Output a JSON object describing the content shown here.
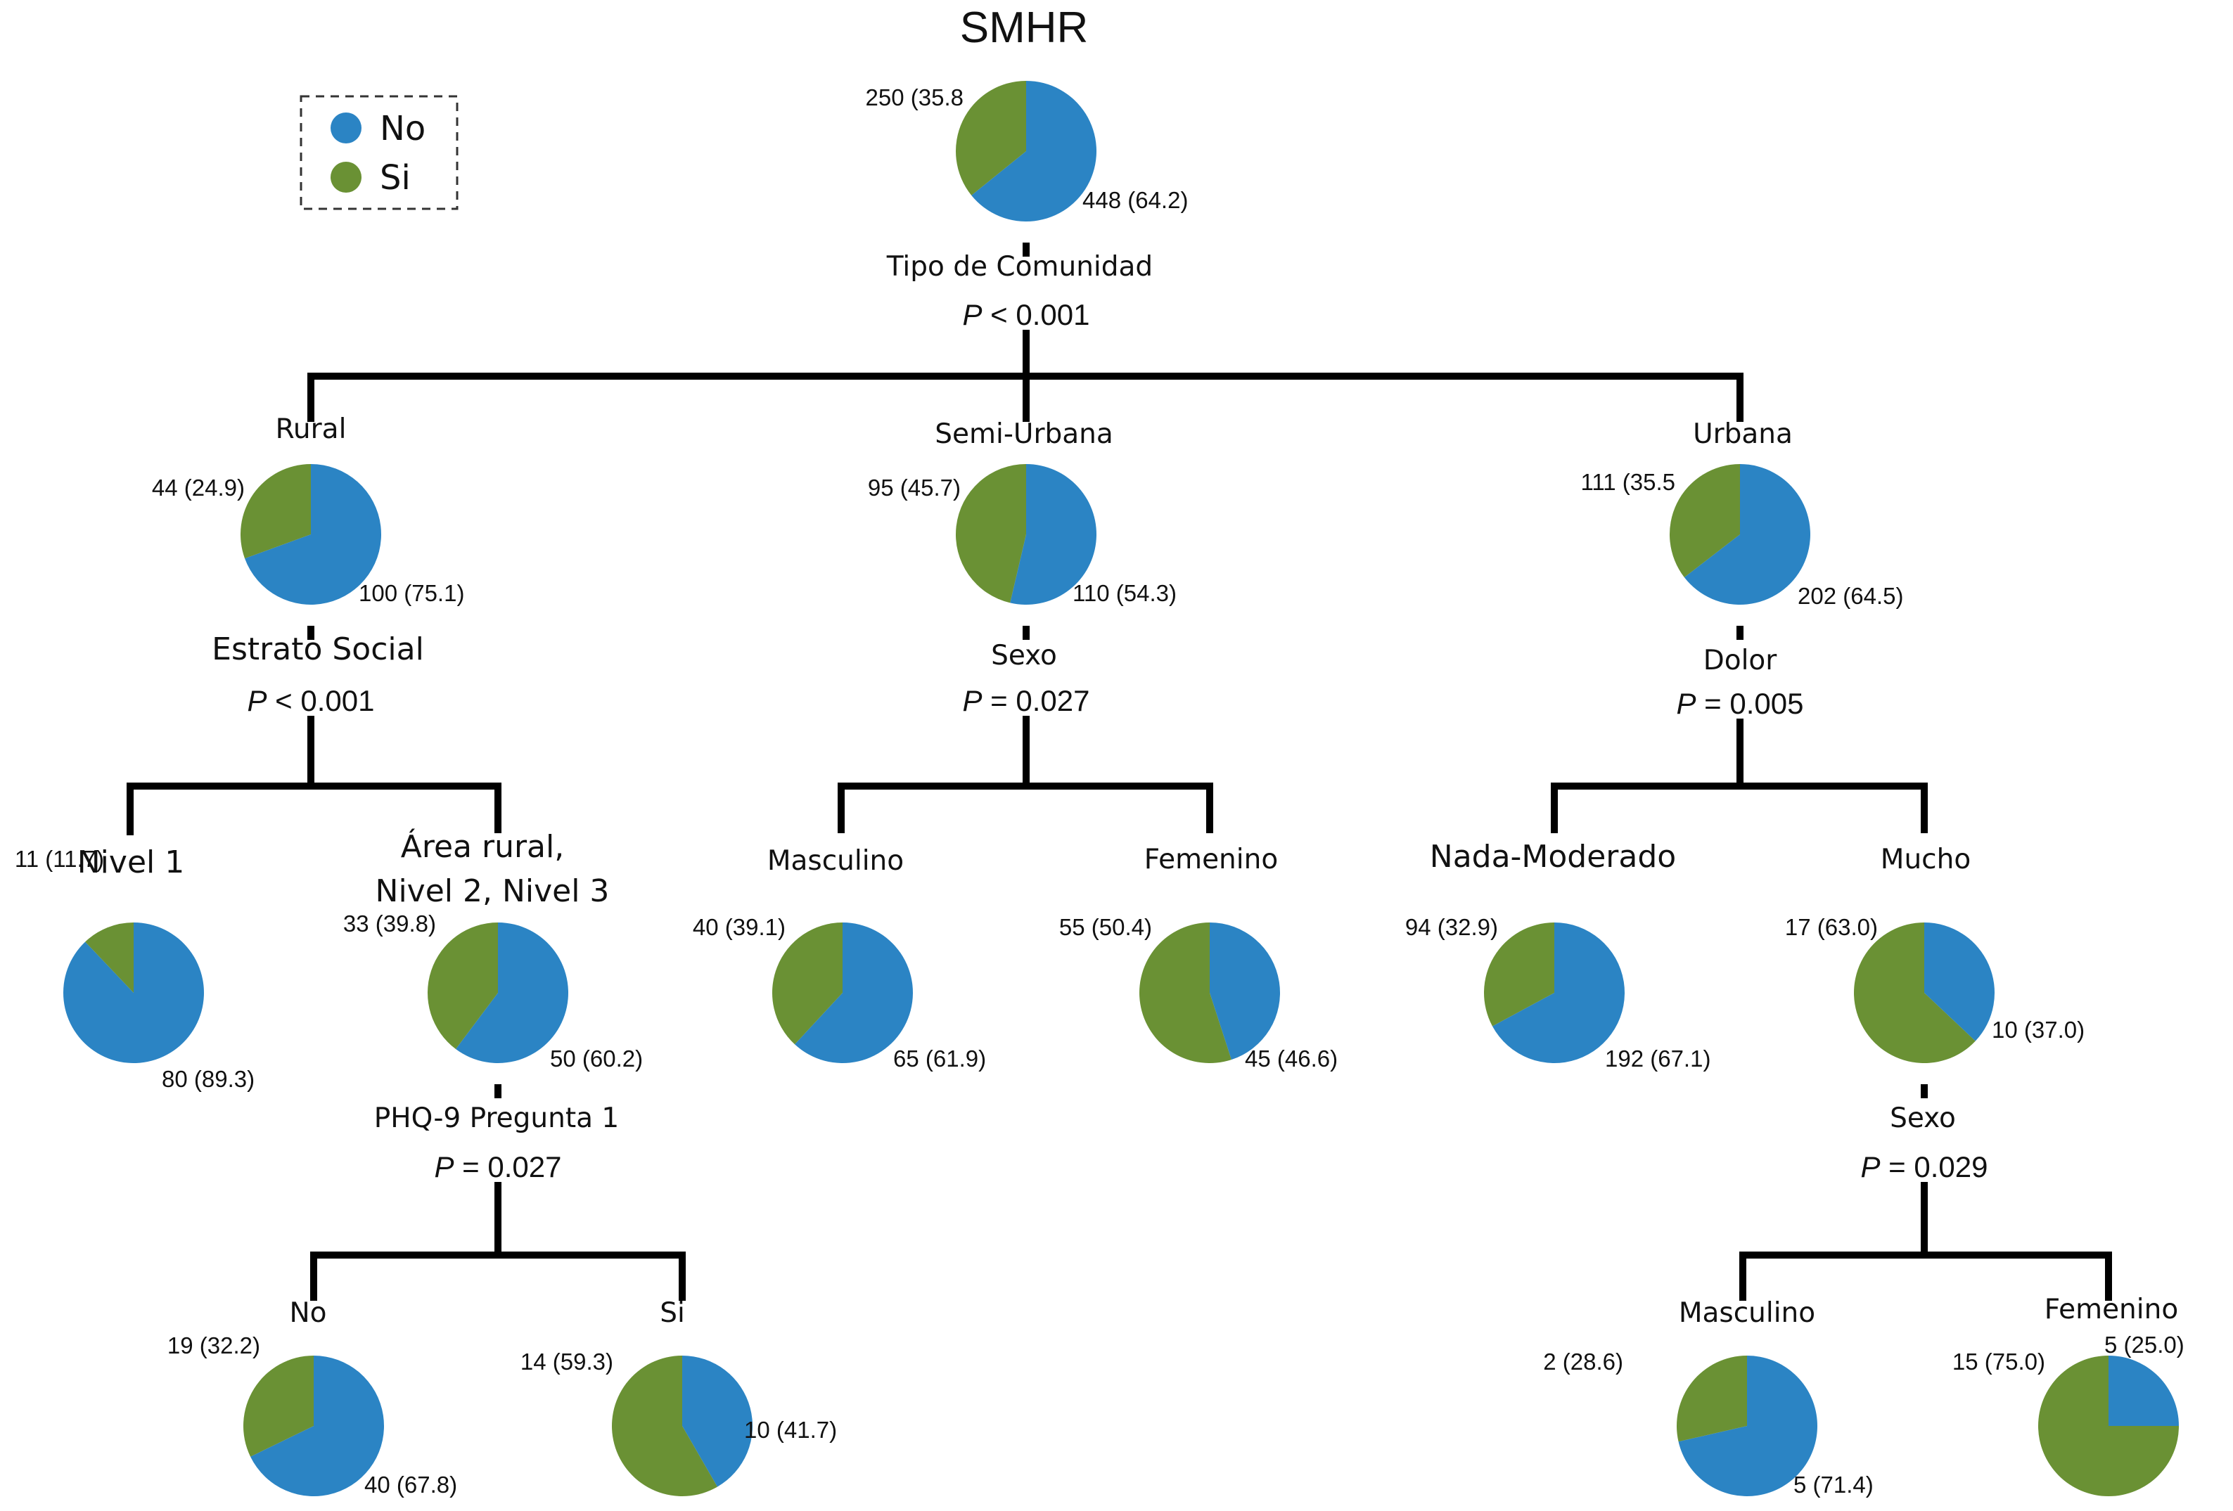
{
  "title": "SMHR",
  "legend": [
    {
      "label": "No",
      "color": "#2b84c4"
    },
    {
      "label": "Si",
      "color": "#6a9134"
    }
  ],
  "colors": {
    "no": "#2b84c4",
    "si": "#6a9134",
    "lines": "#000000"
  },
  "chart_data": {
    "type": "decision-tree",
    "nodes": [
      {
        "id": "root",
        "label": "",
        "no": 448,
        "no_pct": "64.2",
        "si": 250,
        "si_pct": "35.8",
        "no_text": "448 (64.2)",
        "si_text": "250 (35.8",
        "split": "Tipo de Comunidad",
        "p": "< 0.001"
      },
      {
        "id": "rural",
        "label": "Rural",
        "no": 100,
        "no_pct": "75.1",
        "si": 44,
        "si_pct": "24.9",
        "no_text": "100 (75.1)",
        "si_text": "44 (24.9)",
        "split": "Estrato Social",
        "p": "< 0.001"
      },
      {
        "id": "semi",
        "label": "Semi-Urbana",
        "no": 110,
        "no_pct": "54.3",
        "si": 95,
        "si_pct": "45.7",
        "no_text": "110 (54.3)",
        "si_text": "95 (45.7)",
        "split": "Sexo",
        "p": "= 0.027"
      },
      {
        "id": "urbana",
        "label": "Urbana",
        "no": 202,
        "no_pct": "64.5",
        "si": 111,
        "si_pct": "35.5",
        "no_text": "202 (64.5)",
        "si_text": "111 (35.5",
        "split": "Dolor",
        "p": "= 0.005"
      },
      {
        "id": "nivel1",
        "label": "Nivel 1",
        "no": 80,
        "no_pct": "89.3",
        "si": 11,
        "si_pct": "11.7",
        "no_text": "80 (89.3)",
        "si_text": "11 (11.7)"
      },
      {
        "id": "arearural",
        "label": "Área rural,",
        "label2": "Nivel 2, Nivel 3",
        "no": 50,
        "no_pct": "60.2",
        "si": 33,
        "si_pct": "39.8",
        "no_text": "50 (60.2)",
        "si_text": "33 (39.8)",
        "split": "PHQ-9 Pregunta 1",
        "p": "= 0.027"
      },
      {
        "id": "semi_masc",
        "label": "Masculino",
        "no": 65,
        "no_pct": "61.9",
        "si": 40,
        "si_pct": "39.1",
        "no_text": "65 (61.9)",
        "si_text": "40 (39.1)"
      },
      {
        "id": "semi_fem",
        "label": "Femenino",
        "no": 45,
        "no_pct": "46.6",
        "si": 55,
        "si_pct": "50.4",
        "no_text": "45 (46.6)",
        "si_text": "55 (50.4)"
      },
      {
        "id": "nada",
        "label": "Nada-Moderado",
        "no": 192,
        "no_pct": "67.1",
        "si": 94,
        "si_pct": "32.9",
        "no_text": "192 (67.1)",
        "si_text": "94 (32.9)"
      },
      {
        "id": "mucho",
        "label": "Mucho",
        "no": 10,
        "no_pct": "37.0",
        "si": 17,
        "si_pct": "63.0",
        "no_text": "10 (37.0)",
        "si_text": "17 (63.0)",
        "split": "Sexo",
        "p": "= 0.029"
      },
      {
        "id": "phq_no",
        "label": "No",
        "no": 40,
        "no_pct": "67.8",
        "si": 19,
        "si_pct": "32.2",
        "no_text": "40 (67.8)",
        "si_text": "19 (32.2)"
      },
      {
        "id": "phq_si",
        "label": "Si",
        "no": 10,
        "no_pct": "41.7",
        "si": 14,
        "si_pct": "59.3",
        "no_text": "10 (41.7)",
        "si_text": "14 (59.3)"
      },
      {
        "id": "mucho_masc",
        "label": "Masculino",
        "no": 5,
        "no_pct": "71.4",
        "si": 2,
        "si_pct": "28.6",
        "no_text": "5 (71.4)",
        "si_text": "2 (28.6)"
      },
      {
        "id": "mucho_fem",
        "label": "Femenino",
        "no": 5,
        "no_pct": "25.0",
        "si": 15,
        "si_pct": "75.0",
        "no_text": "5 (25.0)",
        "si_text": "15 (75.0)"
      }
    ]
  }
}
